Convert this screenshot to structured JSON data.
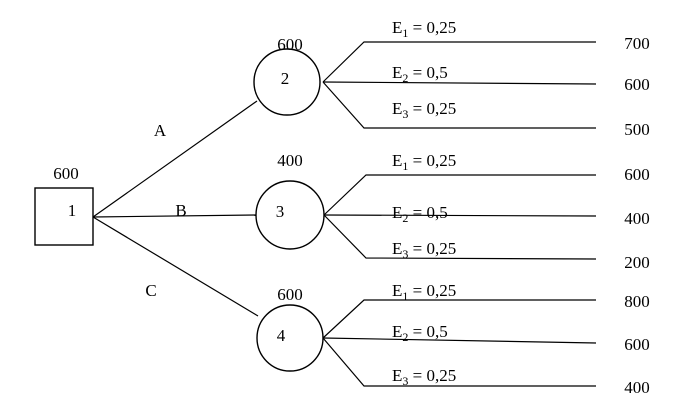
{
  "decision_node": {
    "label": "1",
    "value": "600"
  },
  "branches": [
    {
      "label": "A",
      "node": "2",
      "value": "600",
      "outcomes": [
        {
          "event": "E",
          "sub": "1",
          "prob": " = 0,25",
          "payoff": "700"
        },
        {
          "event": "E",
          "sub": "2",
          "prob": " = 0,5",
          "payoff": "600"
        },
        {
          "event": "E",
          "sub": "3",
          "prob": " = 0,25",
          "payoff": "500"
        }
      ]
    },
    {
      "label": "B",
      "node": "3",
      "value": "400",
      "outcomes": [
        {
          "event": "E",
          "sub": "1",
          "prob": " = 0,25",
          "payoff": "600"
        },
        {
          "event": "E",
          "sub": "2",
          "prob": " = 0,5",
          "payoff": "400"
        },
        {
          "event": "E",
          "sub": "3",
          "prob": " = 0,25",
          "payoff": "200"
        }
      ]
    },
    {
      "label": "C",
      "node": "4",
      "value": "600",
      "outcomes": [
        {
          "event": "E",
          "sub": "1",
          "prob": " = 0,25",
          "payoff": "800"
        },
        {
          "event": "E",
          "sub": "2",
          "prob": " = 0,5",
          "payoff": "600"
        },
        {
          "event": "E",
          "sub": "3",
          "prob": " = 0,25",
          "payoff": "400"
        }
      ]
    }
  ]
}
